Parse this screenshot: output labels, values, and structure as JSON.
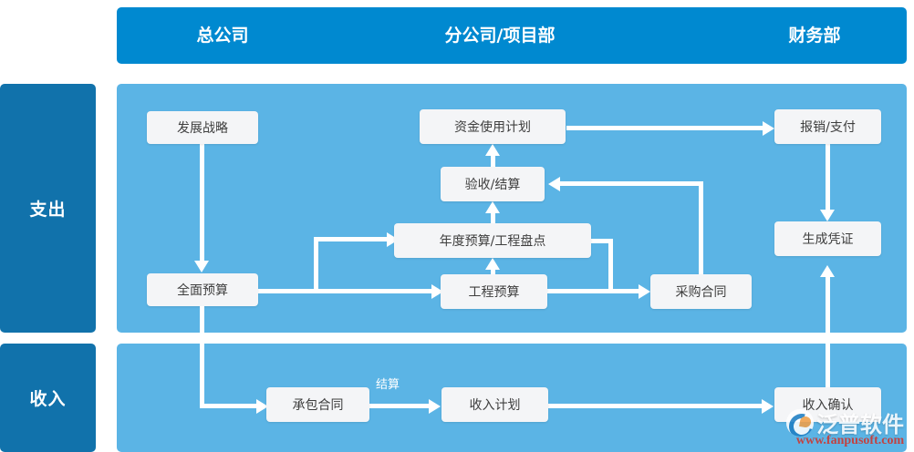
{
  "header": {
    "columns": [
      {
        "label": "总公司"
      },
      {
        "label": "分公司/项目部"
      },
      {
        "label": "财务部"
      }
    ]
  },
  "rails": [
    {
      "label": "支出"
    },
    {
      "label": "收入"
    }
  ],
  "colors": {
    "header_blue": "#0089d0",
    "rail_blue": "#1172ab",
    "panel_blue": "#5bb4e5",
    "node_bg": "#f4f5f7",
    "node_text": "#3e3e3e",
    "connector": "#ffffff",
    "watermark_url": "#d0342c"
  },
  "expense": {
    "nodes": [
      {
        "id": "fazhan-zhanlue",
        "label": "发展战略"
      },
      {
        "id": "quanmian-yusuan",
        "label": "全面预算"
      },
      {
        "id": "zijin-shiyong",
        "label": "资金使用计划"
      },
      {
        "id": "yanshou-jiesuan",
        "label": "验收/结算"
      },
      {
        "id": "niandu-yusuan",
        "label": "年度预算/工程盘点"
      },
      {
        "id": "gongcheng-yusuan",
        "label": "工程预算"
      },
      {
        "id": "caigou-hetong",
        "label": "采购合同"
      },
      {
        "id": "baoxiao-zhifu",
        "label": "报销/支付"
      },
      {
        "id": "shengcheng-pz",
        "label": "生成凭证"
      }
    ]
  },
  "income": {
    "nodes": [
      {
        "id": "chengbao-hetong",
        "label": "承包合同"
      },
      {
        "id": "shouru-jihua",
        "label": "收入计划"
      },
      {
        "id": "shouru-queren",
        "label": "收入确认"
      }
    ],
    "edge_labels": [
      {
        "id": "jiesuan",
        "label": "结算"
      }
    ]
  },
  "watermark": {
    "name": "泛普软件",
    "url": "www.fanpusoft.com"
  }
}
